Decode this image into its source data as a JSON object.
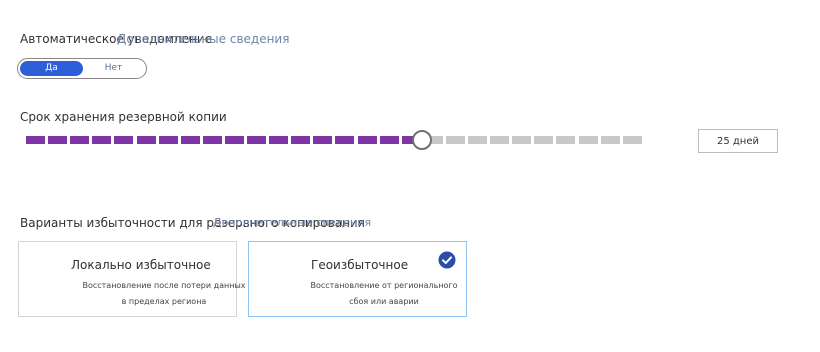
{
  "auto_renewal": {
    "label": "Автоматическое уведомление",
    "link": "Дополнительные сведения",
    "options": [
      "Да",
      "Нет"
    ],
    "selected": "Да"
  },
  "retention": {
    "label": "Срок хранения резервной копии",
    "value_text": "25 дней",
    "total_segments": 28,
    "filled_segments": 18,
    "filled_color": "#8035a6",
    "empty_color": "#c8c8c8"
  },
  "redundancy": {
    "label": "Варианты избыточности для резервного копирования",
    "link": "Дополнительные сведения",
    "cards": [
      {
        "title": "Локально избыточное",
        "desc1": "Восстановление после потери данных",
        "desc2": "в пределах региона",
        "selected": false
      },
      {
        "title": "Геоизбыточное",
        "desc1": "Восстановление от регионального",
        "desc2": "сбоя или аварии",
        "selected": true
      }
    ],
    "check_color": "#2b4ea8"
  }
}
